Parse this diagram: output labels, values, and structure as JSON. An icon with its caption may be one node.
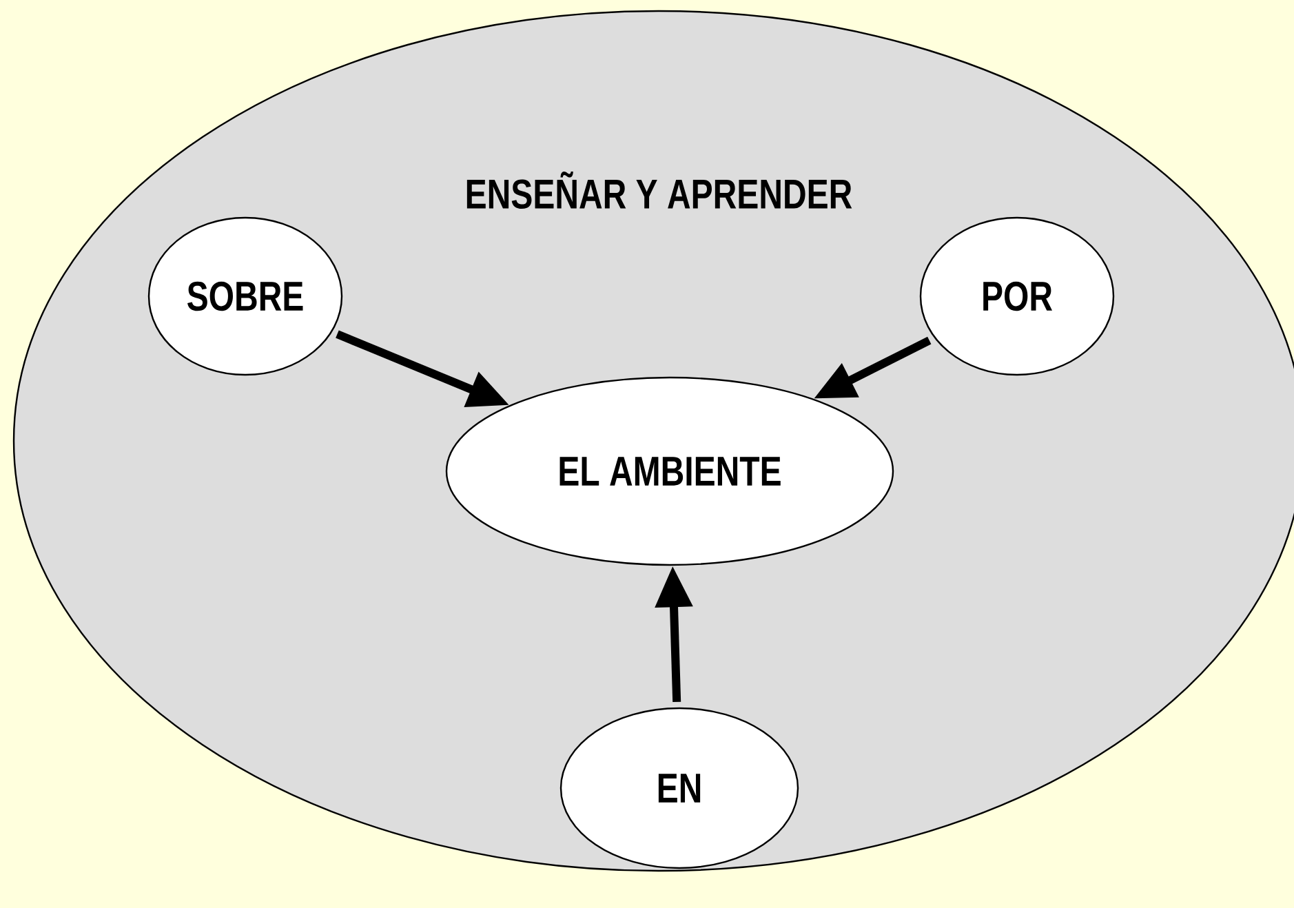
{
  "diagram": {
    "nodes": [
      {
        "text": [
          "ENSEÑAR Y APRENDER"
        ]
      },
      {
        "text": [
          "SOBRE"
        ],
        "in": 0
      },
      {
        "text": [
          "POR"
        ],
        "in": 0
      },
      {
        "text": [
          "EL AMBIENTE"
        ],
        "in": 0
      },
      {
        "text": [
          "EN"
        ],
        "in": 0
      }
    ],
    "edges": [
      {
        "from": 1,
        "to": 3,
        "arrow": "to"
      },
      {
        "from": 2,
        "to": 3,
        "arrow": "to"
      },
      {
        "from": 4,
        "to": 3,
        "arrow": "to"
      }
    ]
  }
}
